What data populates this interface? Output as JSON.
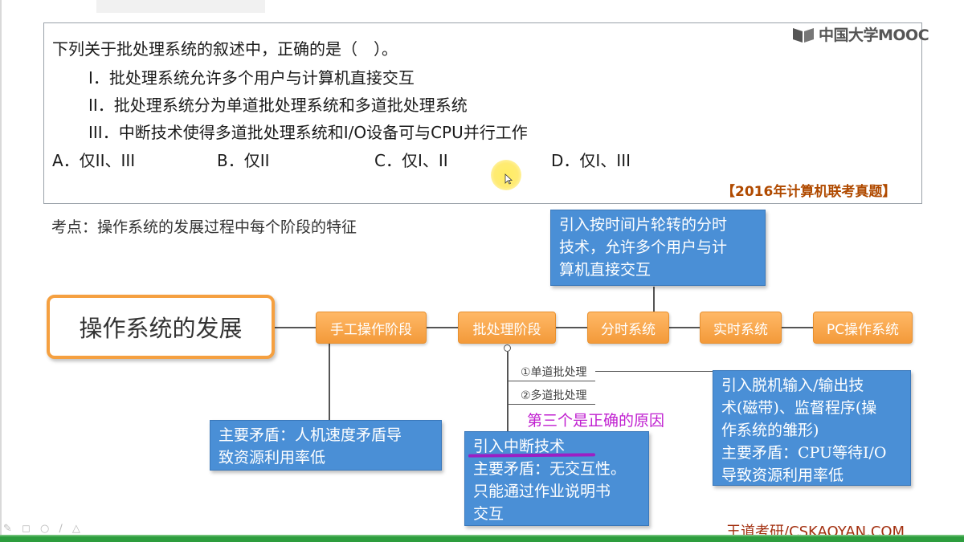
{
  "question": {
    "stem": "下列关于批处理系统的叙述中，正确的是（　）。",
    "statements": [
      "I．批处理系统允许多个用户与计算机直接交互",
      "II．批处理系统分为单道批处理系统和多道批处理系统",
      "III．中断技术使得多道批处理系统和I/O设备可与CPU并行工作"
    ],
    "choices": [
      "A．仅II、III",
      "B．仅II",
      "C．仅I、II",
      "D．仅I、III"
    ],
    "exam_tag": "【2016年计算机联考真题】"
  },
  "mooc_logo": {
    "text": "中国大学MOOC",
    "icon": "mooc-book-icon"
  },
  "kaodian": "考点：操作系统的发展过程中每个阶段的特征",
  "mindmap": {
    "root": "操作系统的发展",
    "stages": [
      "手工操作阶段",
      "批处理阶段",
      "分时系统",
      "实时系统",
      "PC操作系统"
    ],
    "sub_items": [
      "①单道批处理",
      "②多道批处理"
    ],
    "notes": {
      "time_sharing": [
        "引入按时间片轮转的分时",
        "技术，允许多个用户与计",
        "算机直接交互"
      ],
      "manual": [
        "主要矛盾：人机速度矛盾导",
        "致资源利用率低"
      ],
      "single_batch": [
        "引入脱机输入/输出技",
        "术(磁带)、监督程序(操",
        "作系统的雏形)",
        "主要矛盾：CPU等待I/O",
        "导致资源利用率低"
      ],
      "multi_batch": [
        "引入中断技术",
        "主要矛盾：无交互性。",
        "只能通过作业说明书",
        "交互"
      ]
    }
  },
  "annotation": "第三个是正确的原因",
  "footer_brand": "王道考研/CSKAOYAN.COM",
  "colors": {
    "stage_orange": "#f39a3a",
    "note_blue": "#4a8fd6",
    "annotation_purple": "#c020d0",
    "footer_green": "#2d9d3e"
  }
}
